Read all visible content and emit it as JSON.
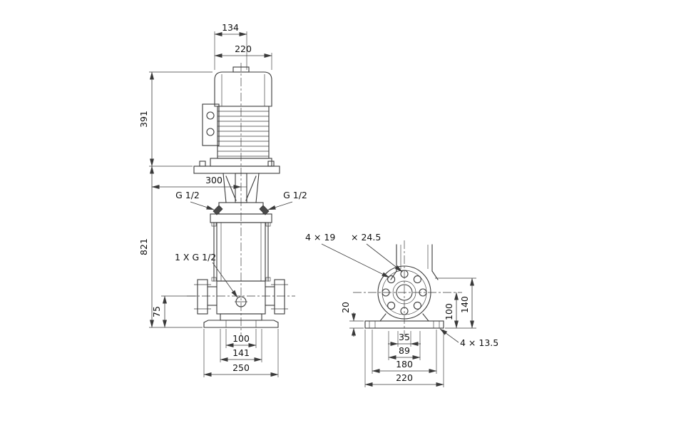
{
  "drawing": {
    "background": "#ffffff",
    "line_color": "#3a3a3a",
    "text_color": "#111111",
    "front_view": {
      "dims": {
        "motor_top_width": "134",
        "motor_width": "220",
        "motor_height": "391",
        "center_offset": "300",
        "pump_height": "821",
        "port_centerline_height": "75",
        "base_bolt_spacing": "100",
        "base_foot_width": "141",
        "base_width": "250"
      },
      "labels": {
        "gauge_port_left": "G 1/2",
        "gauge_port_right": "G 1/2",
        "drain_port": "1 X G 1/2"
      }
    },
    "side_view": {
      "dims": {
        "base_thickness": "20",
        "port_center_height": "100",
        "support_height": "140",
        "offset_a": "35",
        "offset_b": "89",
        "base_bolt_spacing": "180",
        "base_depth": "220"
      },
      "labels": {
        "flange_bolt_holes": "4 × 19",
        "flange_spot_face": "× 24.5",
        "base_bolt_holes": "4 × 13.5"
      }
    }
  }
}
